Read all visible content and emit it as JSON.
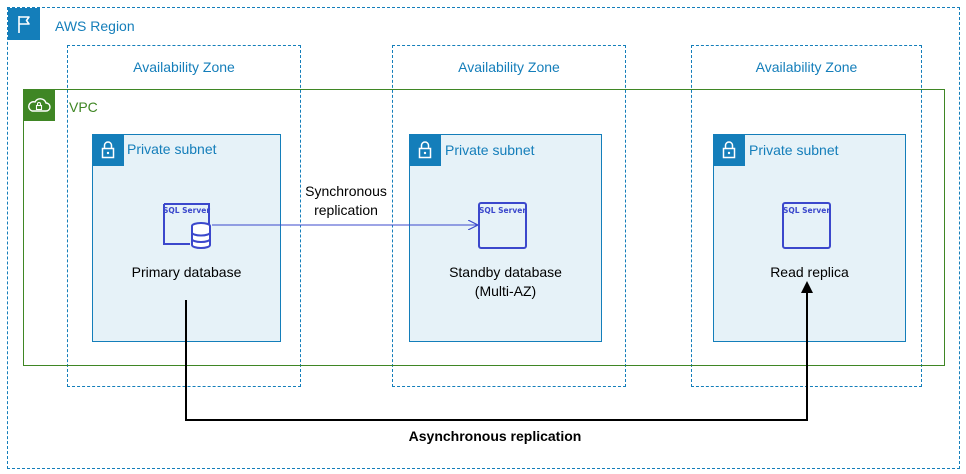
{
  "region": {
    "label": "AWS Region",
    "icon": "flag-icon"
  },
  "availability_zones": [
    {
      "label": "Availability Zone"
    },
    {
      "label": "Availability Zone"
    },
    {
      "label": "Availability Zone"
    }
  ],
  "vpc": {
    "label": "VPC",
    "icon": "cloud-lock-icon"
  },
  "subnets": [
    {
      "label": "Private subnet",
      "icon": "lock-icon"
    },
    {
      "label": "Private subnet",
      "icon": "lock-icon"
    },
    {
      "label": "Private subnet",
      "icon": "lock-icon"
    }
  ],
  "databases": {
    "primary": {
      "icon_text": "SQL Server",
      "caption": "Primary database"
    },
    "standby": {
      "icon_text": "SQL Server",
      "caption_line1": "Standby database",
      "caption_line2": "(Multi-AZ)"
    },
    "replica": {
      "icon_text": "SQL Server",
      "caption": "Read replica"
    }
  },
  "connections": {
    "sync_line1": "Synchronous",
    "sync_line2": "replication",
    "async": "Asynchronous replication"
  },
  "colors": {
    "aws_blue": "#147eba",
    "vpc_green": "#3f8624",
    "subnet_fill": "#e6f2f8",
    "sql_icon": "#3b48cc"
  }
}
